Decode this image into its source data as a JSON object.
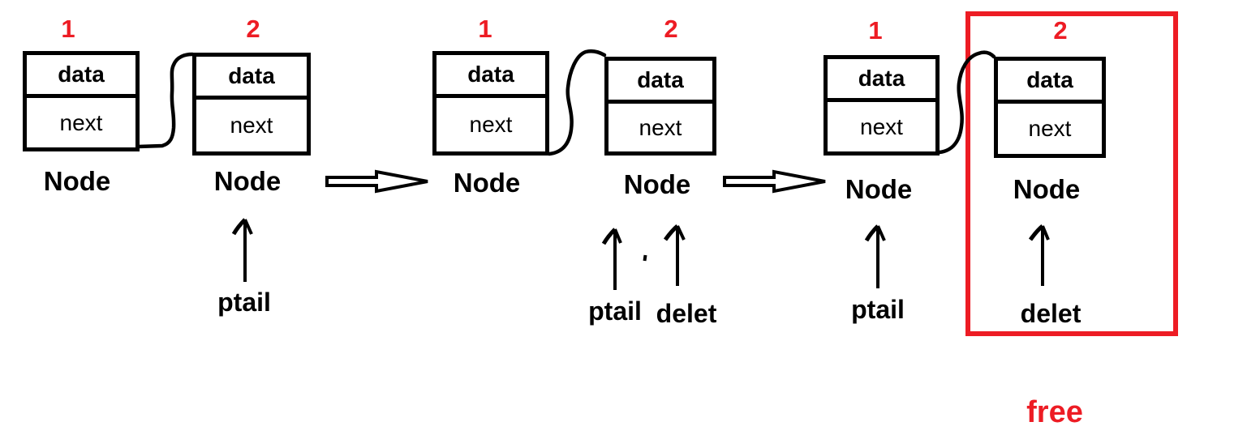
{
  "colors": {
    "background": "#ffffff",
    "accent_red": "#ed1c24",
    "ink": "#000000"
  },
  "groups": [
    {
      "stage": "stage-1",
      "nodes": [
        {
          "number": "1",
          "data_label": "data",
          "next_label": "next",
          "caption": "Node"
        },
        {
          "number": "2",
          "data_label": "data",
          "next_label": "next",
          "caption": "Node"
        }
      ],
      "pointers": [
        {
          "label": "ptail"
        }
      ]
    },
    {
      "stage": "stage-2",
      "nodes": [
        {
          "number": "1",
          "data_label": "data",
          "next_label": "next",
          "caption": "Node"
        },
        {
          "number": "2",
          "data_label": "data",
          "next_label": "next",
          "caption": "Node"
        }
      ],
      "pointers": [
        {
          "label": "ptail"
        },
        {
          "label": "delet"
        }
      ]
    },
    {
      "stage": "stage-3",
      "nodes": [
        {
          "number": "1",
          "data_label": "data",
          "next_label": "next",
          "caption": "Node"
        },
        {
          "number": "2",
          "data_label": "data",
          "next_label": "next",
          "caption": "Node"
        }
      ],
      "pointers": [
        {
          "label": "ptail"
        },
        {
          "label": "delet"
        }
      ],
      "highlight_label": "free"
    }
  ]
}
